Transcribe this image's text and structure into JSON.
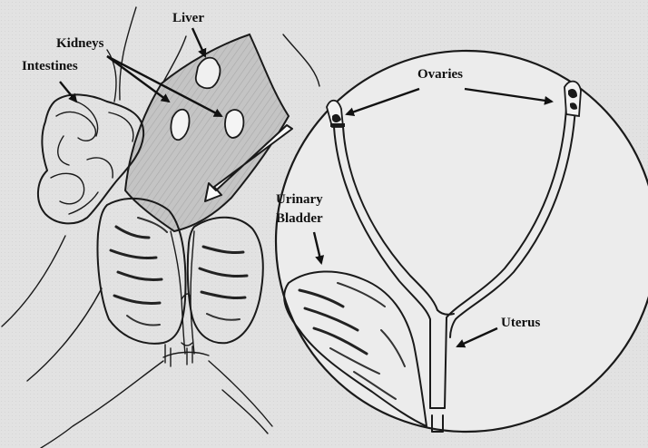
{
  "labels": {
    "liver": "Liver",
    "kidneys": "Kidneys",
    "intestines": "Intestines",
    "ovaries": "Ovaries",
    "urinary_bladder_line1": "Urinary",
    "urinary_bladder_line2": "Bladder",
    "uterus": "Uterus"
  },
  "colors": {
    "background": "#e2e2e2",
    "ink": "#1a1a1a",
    "liver_fill": "#bdbdbd",
    "inset_fill": "#ebebeb"
  }
}
